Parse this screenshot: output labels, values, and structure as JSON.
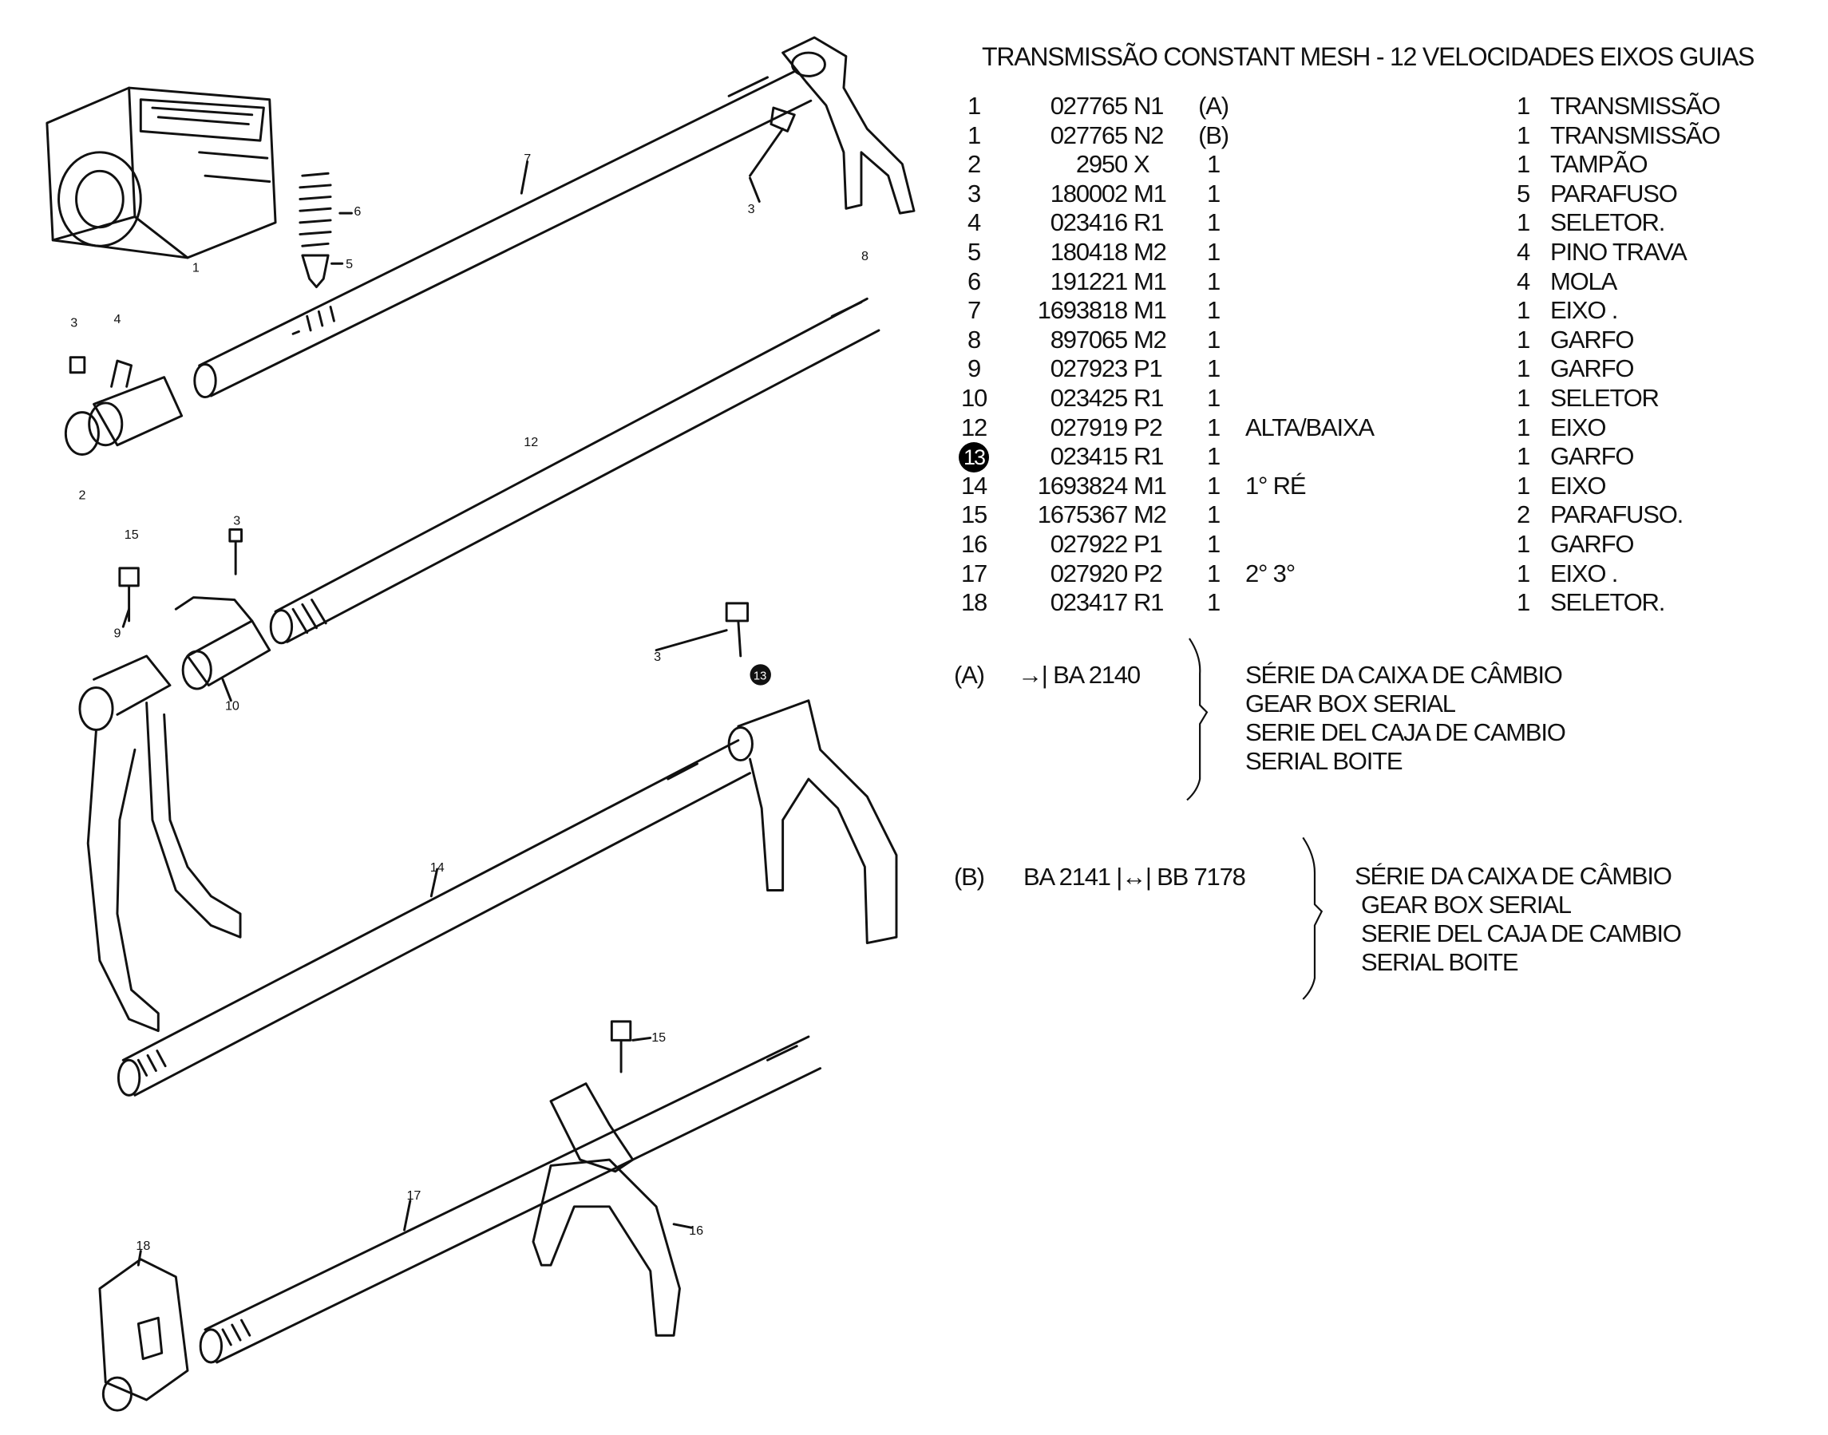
{
  "title": "TRANSMISSÃO  CONSTANT MESH - 12 VELOCIDADES   EIXOS GUIAS",
  "parts": [
    {
      "item": "1",
      "part": "027765",
      "suffix": "N1",
      "qty": "(A)",
      "note": "",
      "qty2": "1",
      "desc": "TRANSMISSÃO"
    },
    {
      "item": "1",
      "part": "027765",
      "suffix": "N2",
      "qty": "(B)",
      "note": "",
      "qty2": "1",
      "desc": "TRANSMISSÃO"
    },
    {
      "item": "2",
      "part": "2950",
      "suffix": "X",
      "qty": "1",
      "note": "",
      "qty2": "1",
      "desc": "TAMPÃO"
    },
    {
      "item": "3",
      "part": "180002",
      "suffix": "M1",
      "qty": "1",
      "note": "",
      "qty2": "5",
      "desc": "PARAFUSO"
    },
    {
      "item": "4",
      "part": "023416",
      "suffix": "R1",
      "qty": "1",
      "note": "",
      "qty2": "1",
      "desc": "SELETOR."
    },
    {
      "item": "5",
      "part": "180418",
      "suffix": "M2",
      "qty": "1",
      "note": "",
      "qty2": "4",
      "desc": "PINO TRAVA"
    },
    {
      "item": "6",
      "part": "191221",
      "suffix": "M1",
      "qty": "1",
      "note": "",
      "qty2": "4",
      "desc": "MOLA"
    },
    {
      "item": "7",
      "part": "1693818",
      "suffix": "M1",
      "qty": "1",
      "note": "",
      "qty2": "1",
      "desc": "EIXO ."
    },
    {
      "item": "8",
      "part": "897065",
      "suffix": "M2",
      "qty": "1",
      "note": "",
      "qty2": "1",
      "desc": "GARFO"
    },
    {
      "item": "9",
      "part": "027923",
      "suffix": "P1",
      "qty": "1",
      "note": "",
      "qty2": "1",
      "desc": "GARFO"
    },
    {
      "item": "10",
      "part": "023425",
      "suffix": "R1",
      "qty": "1",
      "note": "",
      "qty2": "1",
      "desc": "SELETOR"
    },
    {
      "item": "12",
      "part": "027919",
      "suffix": "P2",
      "qty": "1",
      "note": "ALTA/BAIXA",
      "qty2": "1",
      "desc": "EIXO"
    },
    {
      "item": "13",
      "part": "023415",
      "suffix": "R1",
      "qty": "1",
      "note": "",
      "qty2": "1",
      "desc": "GARFO",
      "highlighted": true
    },
    {
      "item": "14",
      "part": "1693824",
      "suffix": "M1",
      "qty": "1",
      "note": "1° RÉ",
      "qty2": "1",
      "desc": "EIXO"
    },
    {
      "item": "15",
      "part": "1675367",
      "suffix": "M2",
      "qty": "1",
      "note": "",
      "qty2": "2",
      "desc": "PARAFUSO."
    },
    {
      "item": "16",
      "part": "027922",
      "suffix": "P1",
      "qty": "1",
      "note": "",
      "qty2": "1",
      "desc": "GARFO"
    },
    {
      "item": "17",
      "part": "027920",
      "suffix": "P2",
      "qty": "1",
      "note": "2° 3°",
      "qty2": "1",
      "desc": "EIXO ."
    },
    {
      "item": "18",
      "part": "023417",
      "suffix": "R1",
      "qty": "1",
      "note": "",
      "qty2": "1",
      "desc": "SELETOR."
    }
  ],
  "footnotes": [
    {
      "label": "(A)",
      "range": "→| BA 2140",
      "lines": [
        "SÉRIE DA CAIXA DE CÂMBIO",
        "GEAR BOX SERIAL",
        "SERIE DEL CAJA DE CAMBIO",
        "SERIAL BOITE"
      ]
    },
    {
      "label": "(B)",
      "range": "BA 2141  |↔|  BB 7178",
      "lines": [
        "SÉRIE DA CAIXA DE CÂMBIO",
        "GEAR BOX SERIAL",
        "SERIE DEL CAJA DE CAMBIO",
        "SERIAL BOITE"
      ]
    }
  ],
  "diagram": {
    "callouts": [
      "1",
      "2",
      "3",
      "4",
      "5",
      "6",
      "7",
      "8",
      "3",
      "12",
      "15",
      "3",
      "9",
      "10",
      "3",
      "13",
      "14",
      "15",
      "17",
      "16",
      "18"
    ]
  }
}
